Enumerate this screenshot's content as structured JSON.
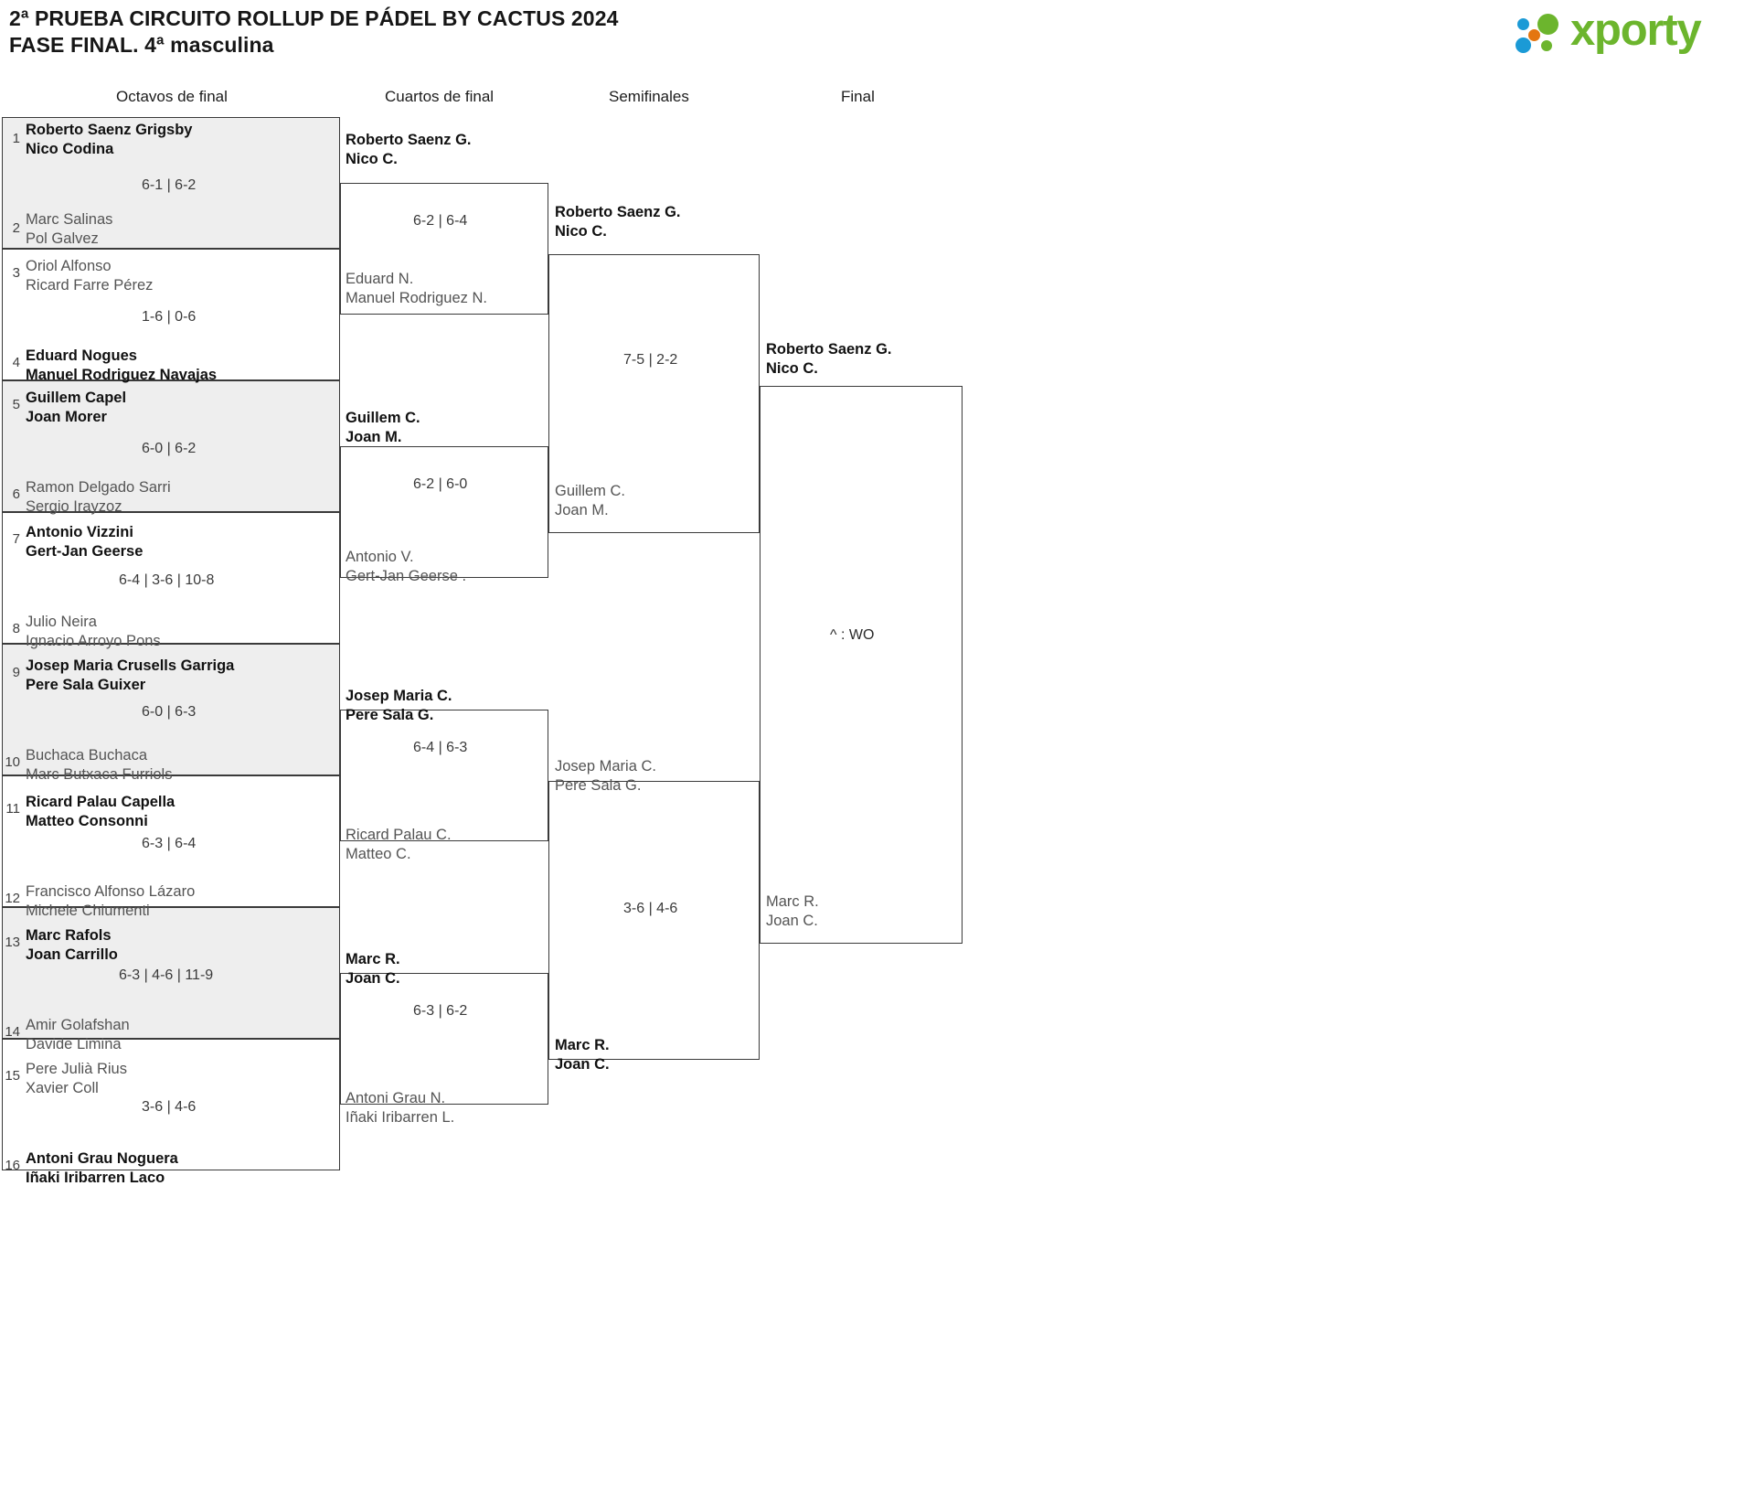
{
  "header": {
    "title_line1": "2ª PRUEBA CIRCUITO ROLLUP DE PÁDEL BY CACTUS 2024",
    "title_line2": "FASE FINAL. 4ª masculina",
    "logo_text": "xporty",
    "logo_colors": {
      "blue": "#1b9ad6",
      "orange": "#e4760f",
      "green": "#6cb52d"
    }
  },
  "rounds": [
    {
      "label": "Octavos de final"
    },
    {
      "label": "Cuartos de final"
    },
    {
      "label": "Semifinales"
    },
    {
      "label": "Final"
    }
  ],
  "notes": {
    "walkover": "^ : WO"
  },
  "r16": [
    {
      "seed": "1",
      "p1": "Roberto Saenz Grigsby",
      "p2": "Nico Codina",
      "state": "winner"
    },
    {
      "seed": "2",
      "p1": "Marc Salinas",
      "p2": "Pol Galvez",
      "state": "loser"
    },
    {
      "seed": "3",
      "p1": "Oriol Alfonso",
      "p2": "Ricard Farre Pérez",
      "state": "loser"
    },
    {
      "seed": "4",
      "p1": "Eduard Nogues",
      "p2": "Manuel Rodriguez Navajas",
      "state": "winner"
    },
    {
      "seed": "5",
      "p1": "Guillem Capel",
      "p2": "Joan Morer",
      "state": "winner"
    },
    {
      "seed": "6",
      "p1": "Ramon Delgado Sarri",
      "p2": "Sergio Irayzoz",
      "state": "loser"
    },
    {
      "seed": "7",
      "p1": "Antonio Vizzini",
      "p2": "Gert-Jan Geerse",
      "state": "winner"
    },
    {
      "seed": "8",
      "p1": "Julio Neira",
      "p2": "Ignacio Arroyo Pons",
      "state": "loser"
    },
    {
      "seed": "9",
      "p1": "Josep Maria Crusells Garriga",
      "p2": "Pere Sala Guixer",
      "state": "winner"
    },
    {
      "seed": "10",
      "p1": "Buchaca Buchaca",
      "p2": "Marc Butxaca Furriols",
      "state": "loser"
    },
    {
      "seed": "11",
      "p1": "Ricard Palau Capella",
      "p2": "Matteo Consonni",
      "state": "winner"
    },
    {
      "seed": "12",
      "p1": "Francisco Alfonso Lázaro",
      "p2": "Michele Chiumenti",
      "state": "loser"
    },
    {
      "seed": "13",
      "p1": "Marc Rafols",
      "p2": "Joan Carrillo",
      "state": "winner"
    },
    {
      "seed": "14",
      "p1": "Amir Golafshan",
      "p2": "Davide Limina",
      "state": "loser"
    },
    {
      "seed": "15",
      "p1": "Pere Julià Rius",
      "p2": "Xavier Coll",
      "state": "loser"
    },
    {
      "seed": "16",
      "p1": "Antoni Grau Noguera",
      "p2": "Iñaki Iribarren Laco",
      "state": "winner"
    }
  ],
  "r16_scores": [
    "6-1 | 6-2",
    "1-6 | 0-6",
    "6-0 | 6-2",
    "6-4 | 3-6 | 10-8",
    "6-0 | 6-3",
    "6-3 | 6-4",
    "6-3 | 4-6 | 11-9",
    "3-6 | 4-6"
  ],
  "qf": [
    {
      "p1": "Roberto Saenz G.",
      "p2": "Nico C.",
      "state": "winner"
    },
    {
      "p1": "Eduard N.",
      "p2": "Manuel Rodriguez N.",
      "state": "loser"
    },
    {
      "p1": "Guillem C.",
      "p2": "Joan M.",
      "state": "winner"
    },
    {
      "p1": "Antonio V.",
      "p2": "Gert-Jan Geerse .",
      "state": "loser"
    },
    {
      "p1": "Josep Maria C.",
      "p2": "Pere Sala G.",
      "state": "winner"
    },
    {
      "p1": "Ricard Palau C.",
      "p2": "Matteo C.",
      "state": "loser"
    },
    {
      "p1": "Marc R.",
      "p2": "Joan C.",
      "state": "winner"
    },
    {
      "p1": "Antoni Grau N.",
      "p2": "Iñaki Iribarren L.",
      "state": "loser"
    }
  ],
  "qf_scores": [
    "6-2 | 6-4",
    "6-2 | 6-0",
    "6-4 | 6-3",
    "6-3 | 6-2"
  ],
  "sf": [
    {
      "p1": "Roberto Saenz G.",
      "p2": "Nico C.",
      "state": "winner"
    },
    {
      "p1": "Guillem C.",
      "p2": "Joan M.",
      "state": "loser"
    },
    {
      "p1": "Josep Maria C.",
      "p2": "Pere Sala G.",
      "state": "loser"
    },
    {
      "p1": "Marc R.",
      "p2": "Joan C.",
      "state": "winner"
    }
  ],
  "sf_scores": [
    "7-5 | 2-2",
    "3-6 | 4-6"
  ],
  "final": [
    {
      "p1": "Roberto Saenz G.",
      "p2": "Nico C.",
      "state": "winner"
    },
    {
      "p1": "Marc R.",
      "p2": "Joan C.",
      "state": "loser"
    }
  ]
}
